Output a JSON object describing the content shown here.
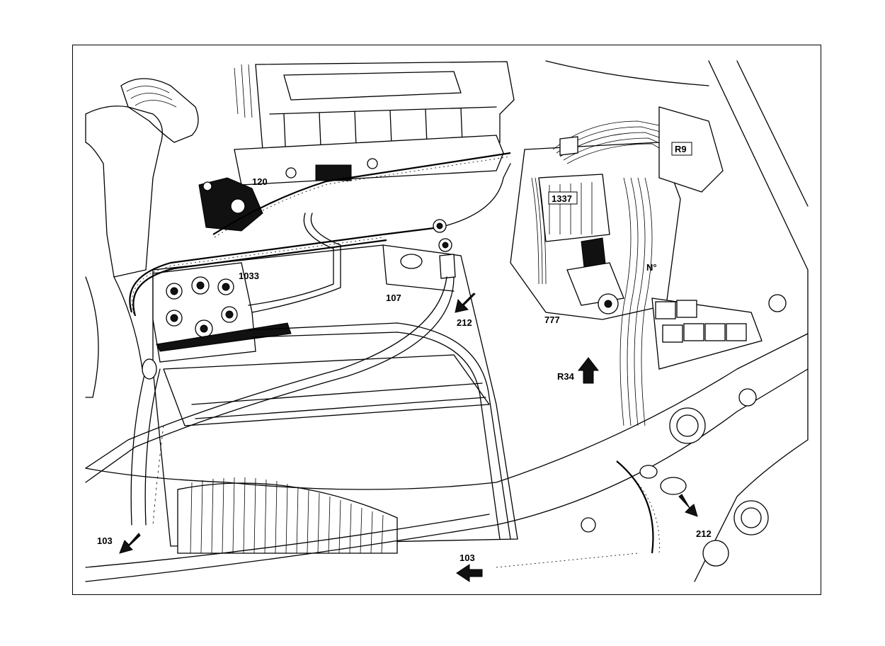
{
  "callouts": {
    "c120": "120",
    "c1033": "1033",
    "c107": "107",
    "c212_top": "212",
    "c1337": "1337",
    "cR9": "R9",
    "cN": "N°",
    "c777": "777",
    "cR34": "R34",
    "c212_bottom": "212",
    "c103_left": "103",
    "c103_center": "103"
  },
  "colors": {
    "line": "#000000",
    "background": "#ffffff",
    "fill_dark": "#111111"
  }
}
